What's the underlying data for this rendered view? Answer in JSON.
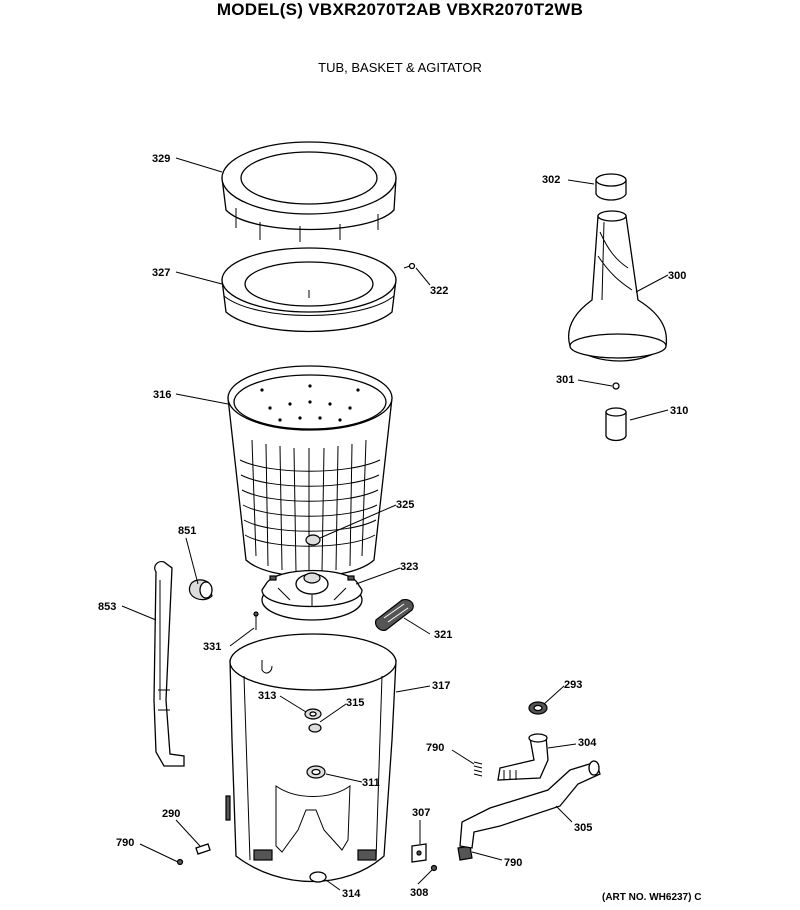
{
  "header": {
    "model_title": "MODEL(S) VBXR2070T2AB  VBXR2070T2WB",
    "section_title": "TUB, BASKET & AGITATOR",
    "art_number": "(ART NO. WH6237) C"
  },
  "callouts": {
    "c329": "329",
    "c327": "327",
    "c322": "322",
    "c316": "316",
    "c325": "325",
    "c302": "302",
    "c300": "300",
    "c301": "301",
    "c310": "310",
    "c851": "851",
    "c853": "853",
    "c323": "323",
    "c321": "321",
    "c331": "331",
    "c317": "317",
    "c313": "313",
    "c315": "315",
    "c311": "311",
    "c293": "293",
    "c304": "304",
    "c790a": "790",
    "c790b": "790",
    "c790c": "790",
    "c290": "290",
    "c307": "307",
    "c305": "305",
    "c314": "314",
    "c308": "308"
  }
}
